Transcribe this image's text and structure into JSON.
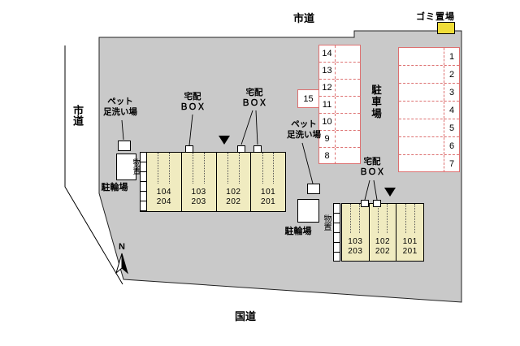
{
  "plan": {
    "roads": {
      "top": "市道",
      "left": "市道",
      "bottom": "国道"
    },
    "north": "N",
    "trash_area": "ゴミ置場",
    "parking": {
      "label": "駐車場",
      "column_middle": [
        "14",
        "13",
        "12",
        "11",
        "10",
        "9",
        "8"
      ],
      "space_side": "15",
      "column_right": [
        "1",
        "2",
        "3",
        "4",
        "5",
        "6",
        "7"
      ]
    },
    "facilities": {
      "pet_wash_line1": "ペット",
      "pet_wash_line2": "足洗い場",
      "delivery_line1": "宅配",
      "delivery_line2": "ＢＯＸ",
      "bike_parking": "駐輪場",
      "storage": "物置"
    },
    "buildings": {
      "left": {
        "units": [
          {
            "upper": "104",
            "lower": "204"
          },
          {
            "upper": "103",
            "lower": "203"
          },
          {
            "upper": "102",
            "lower": "202"
          },
          {
            "upper": "101",
            "lower": "201"
          }
        ]
      },
      "right": {
        "units": [
          {
            "upper": "103",
            "lower": "203"
          },
          {
            "upper": "102",
            "lower": "202"
          },
          {
            "upper": "101",
            "lower": "201"
          }
        ]
      }
    },
    "colors": {
      "site": "#c9c9c9",
      "building": "#f0ebc0",
      "parking_line": "#dd7070",
      "trash_box": "#f0dd38"
    }
  }
}
